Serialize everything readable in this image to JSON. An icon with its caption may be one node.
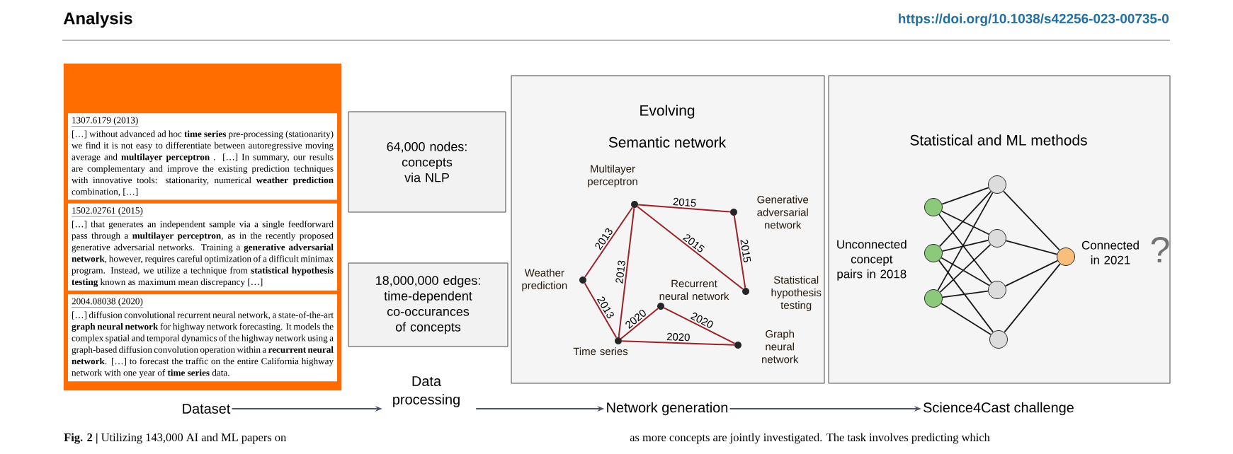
{
  "diagram": {
    "caption": "**Fig. 2 |** Utilizing 143,000 AI and ML papers on",
    "nodes": [
      {
        "text": [],
        "shape": "box"
      },
      {
        "text": [
          "1307.6179 (2013)",
          "[…] without advanced ad hoc **time series** pre-processing (stationarity) we find it is not easy to differentiate between autoregressive moving average and **multilayer perceptron** . […] In summary, our results are complementary and improve the existing prediction techniques with innovative tools: stationarity, numerical **weather prediction** combination, […]"
        ],
        "in": 0
      },
      {
        "text": [
          "1502.02761 (2015)",
          "[…] that generates an independent sample via a single feedforward pass through a **multilayer perceptron**, as in the recently proposed generative adversarial networks. Training a **generative adversarial network**, however, requires careful optimization of a difficult minimax program. Instead, we utilize a technique from **statistical hypothesis testing** known as maximum mean discrepancy […]"
        ],
        "in": 0
      },
      {
        "text": [
          "2004.08038 (2020)",
          "[…] diffusion convolutional recurrent neural network, a state-of-the-art **graph neural network** for highway network forecasting. It models the complex spatial and temporal dynamics of the highway network using a graph-based diffusion convolution operation within a **recurrent neural network**. […] to forecast the traffic on the entire California highway network with one year of **time series** data."
        ],
        "in": 0
      },
      {
        "text": [
          "64,000 nodes: concepts via NLP"
        ]
      },
      {
        "text": [
          "18,000,000 edges: time-dependent co-occurances of concepts"
        ]
      },
      {
        "text": [
          "Evolving",
          "Semantic network"
        ]
      },
      {
        "text": [
          "Multilayer perceptron"
        ],
        "in": 6
      },
      {
        "text": [
          "Generative adversarial network"
        ],
        "in": 6
      },
      {
        "text": [
          "Weather prediction"
        ],
        "in": 6
      },
      {
        "text": [
          "Recurrent neural network"
        ],
        "in": 6
      },
      {
        "text": [
          "Statistical hypothesis testing"
        ],
        "in": 6
      },
      {
        "text": [
          "Time series"
        ],
        "in": 6
      },
      {
        "text": [
          "Graph neural network"
        ],
        "in": 6
      },
      {
        "text": [
          "Statistical and ML methods"
        ]
      },
      {
        "text": [],
        "shape": "circle",
        "in": 14
      },
      {
        "text": [],
        "shape": "circle",
        "in": 14,
        "beside": [
          "Unconnected concept pairs in 2018"
        ]
      },
      {
        "text": [],
        "shape": "circle",
        "in": 14
      },
      {
        "text": [],
        "shape": "circle",
        "in": 14
      },
      {
        "text": [],
        "shape": "circle",
        "in": 14
      },
      {
        "text": [],
        "shape": "circle",
        "in": 14
      },
      {
        "text": [],
        "shape": "circle",
        "in": 14
      },
      {
        "text": [],
        "shape": "circle",
        "in": 14,
        "beside": [
          "Connected in 2021"
        ]
      },
      {
        "text": [
          "Dataset"
        ]
      },
      {
        "text": [
          "Data processing"
        ]
      },
      {
        "text": [
          "Network generation"
        ]
      },
      {
        "text": [
          "Science4Cast challenge"
        ]
      }
    ],
    "edges": [
      {
        "from": 7,
        "to": 8,
        "arrow": "none",
        "label": "2015",
        "color": "#9b2226"
      },
      {
        "from": 7,
        "to": 11,
        "arrow": "none",
        "label": "2015",
        "color": "#9b2226"
      },
      {
        "from": 8,
        "to": 11,
        "arrow": "none",
        "label": "2015",
        "color": "#9b2226"
      },
      {
        "from": 7,
        "to": 9,
        "arrow": "none",
        "label": "2013",
        "color": "#9b2226"
      },
      {
        "from": 7,
        "to": 12,
        "arrow": "none",
        "label": "2013",
        "color": "#9b2226"
      },
      {
        "from": 9,
        "to": 12,
        "arrow": "none",
        "label": "2013",
        "color": "#9b2226"
      },
      {
        "from": 12,
        "to": 10,
        "arrow": "none",
        "label": "2020",
        "color": "#9b2226"
      },
      {
        "from": 10,
        "to": 13,
        "arrow": "none",
        "label": "2020",
        "color": "#9b2226"
      },
      {
        "from": 12,
        "to": 13,
        "arrow": "none",
        "label": "2020",
        "color": "#9b2226"
      },
      {
        "from": 15,
        "to": 18,
        "arrow": "none"
      },
      {
        "from": 15,
        "to": 19,
        "arrow": "none"
      },
      {
        "from": 15,
        "to": 20,
        "arrow": "none"
      },
      {
        "from": 16,
        "to": 18,
        "arrow": "none"
      },
      {
        "from": 16,
        "to": 19,
        "arrow": "none"
      },
      {
        "from": 16,
        "to": 20,
        "arrow": "none"
      },
      {
        "from": 16,
        "to": 21,
        "arrow": "none"
      },
      {
        "from": 17,
        "to": 18,
        "arrow": "none"
      },
      {
        "from": 17,
        "to": 19,
        "arrow": "none"
      },
      {
        "from": 17,
        "to": 20,
        "arrow": "none"
      },
      {
        "from": 17,
        "to": 21,
        "arrow": "none"
      },
      {
        "from": 18,
        "to": 22,
        "arrow": "none"
      },
      {
        "from": 19,
        "to": 22,
        "arrow": "none"
      },
      {
        "from": 20,
        "to": 22,
        "arrow": "none"
      },
      {
        "from": 21,
        "to": 22,
        "arrow": "none"
      },
      {
        "from": 23,
        "to": 24,
        "arrow": "to",
        "color": "#4a5563"
      },
      {
        "from": 24,
        "to": 25,
        "arrow": "to",
        "color": "#4a5563"
      },
      {
        "from": 25,
        "to": 26,
        "arrow": "to",
        "color": "#4a5563"
      }
    ],
    "labels": [
      "Analysis",
      "https://doi.org/10.1038/s42256-023-00735-0",
      "?",
      "as more concepts are jointly investigated. The task involves predicting which"
    ]
  }
}
